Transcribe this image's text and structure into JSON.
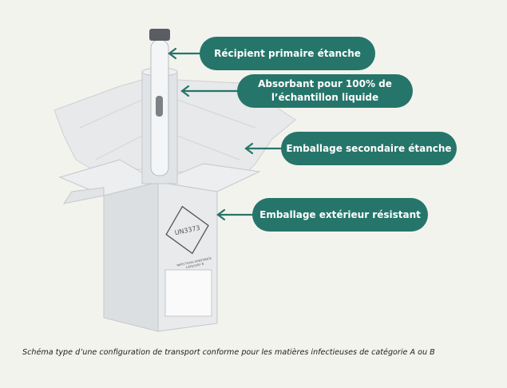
{
  "labels": {
    "primary": "Récipient primaire étanche",
    "absorbent_line1": "Absorbant pour 100% de",
    "absorbent_line2": "l’échantillon liquide",
    "secondary": "Emballage secondaire étanche",
    "outer": "Emballage extérieur résistant"
  },
  "box_marking": {
    "un_number": "UN3373",
    "substance_text": "INFECTIOUS SUBSTANCE CATEGORY B"
  },
  "caption": "Schéma type d’une configuration de transport conforme pour les matières infectieuses de catégorie A ou B",
  "colors": {
    "background": "#f3f3ee",
    "accent": "#26756a"
  }
}
